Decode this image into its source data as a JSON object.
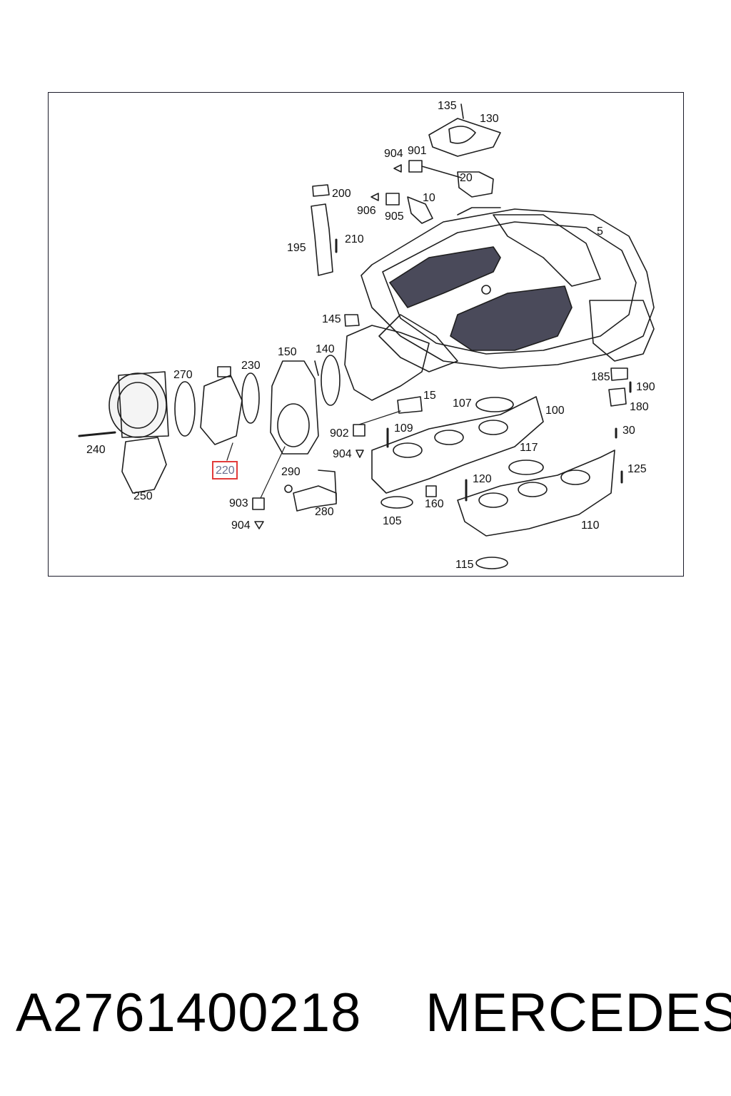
{
  "diagram": {
    "callouts": {
      "c5": "5",
      "c10": "10",
      "c15": "15",
      "c20": "20",
      "c30": "30",
      "c100": "100",
      "c105": "105",
      "c107": "107",
      "c109": "109",
      "c110": "110",
      "c115": "115",
      "c117": "117",
      "c120": "120",
      "c125": "125",
      "c130": "130",
      "c135": "135",
      "c140": "140",
      "c145": "145",
      "c150": "150",
      "c160": "160",
      "c180": "180",
      "c185": "185",
      "c190": "190",
      "c195": "195",
      "c200": "200",
      "c210": "210",
      "c220": "220",
      "c230": "230",
      "c240": "240",
      "c250": "250",
      "c270": "270",
      "c280": "280",
      "c290": "290",
      "c901": "901",
      "c902": "902",
      "c903": "903",
      "c904a": "904",
      "c904b": "904",
      "c904c": "904",
      "c905": "905",
      "c906": "906"
    },
    "highlight_color": "#e23b3b"
  },
  "footer": {
    "part_number": "A2761400218",
    "brand": "MERCEDES"
  }
}
